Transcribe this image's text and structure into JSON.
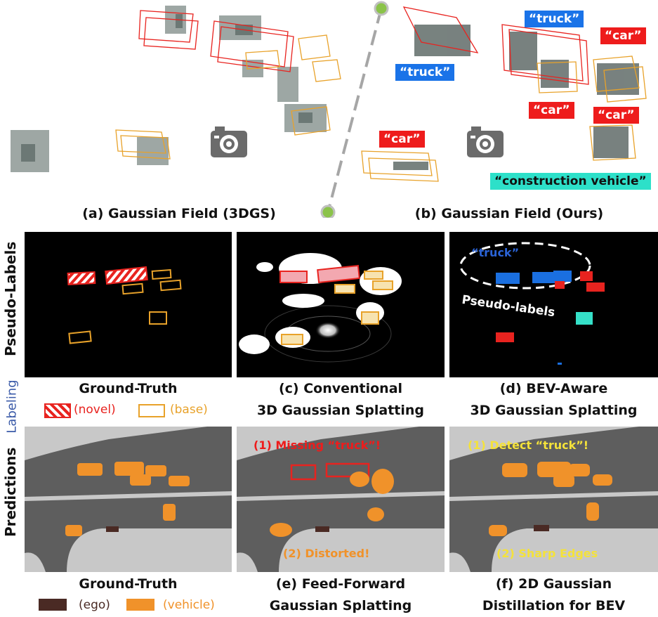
{
  "top": {
    "left_caption": "(a) Gaussian Field (3DGS)",
    "right_caption": "(b) Gaussian Field (Ours)",
    "tags": {
      "truck_top": "“truck”",
      "truck_left": "“truck”",
      "car_1": "“car”",
      "car_2": "“car”",
      "car_3": "“car”",
      "car_4": "“car”",
      "construction": "“construction vehicle”"
    }
  },
  "side_labels": {
    "pseudo": "Pseudo-Labels",
    "labeling": "Labeling",
    "predictions": "Predictions"
  },
  "row1": {
    "gt_caption": "Ground-Truth",
    "legend_novel": "(novel)",
    "legend_base": "(base)",
    "c_caption_1": "(c) Conventional",
    "c_caption_2": "3D Gaussian Splatting",
    "d_caption_1": "(d) BEV-Aware",
    "d_caption_2": "3D Gaussian Splatting",
    "d_truck": "“truck”",
    "d_pseudo": "Pseudo-labels"
  },
  "row2": {
    "gt_caption": "Ground-Truth",
    "legend_ego": "(ego)",
    "legend_vehicle": "(vehicle)",
    "e_caption_1": "(e) Feed-Forward",
    "e_caption_2": "Gaussian Splatting",
    "e_note_1": "(1) Missing “truck”!",
    "e_note_2": "(2) Distorted!",
    "f_caption_1": "(f) 2D Gaussian",
    "f_caption_2": "Distillation for BEV",
    "f_note_1": "(1) Detect “truck”!",
    "f_note_2": "(2) Sharp Edges"
  },
  "colors": {
    "novel": "#e8231f",
    "base": "#e8a22a",
    "vehicle": "#f0922a",
    "ego": "#4a2a24",
    "truck_blue": "#1a6fe0",
    "construction": "#35e0c8",
    "road": "#5e5e5e",
    "offroad": "#c8c8c8",
    "note_red": "#ee1c1c",
    "note_orange": "#f0922a",
    "note_yellow": "#f4e23a"
  }
}
